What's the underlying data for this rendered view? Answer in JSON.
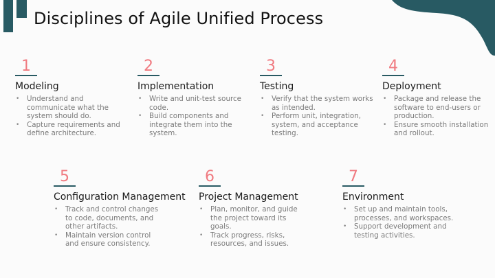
{
  "slide": {
    "title": "Disciplines of Agile Unified Process",
    "colors": {
      "accent": "#285a63",
      "number": "#f07a80",
      "title": "#111111",
      "body": "#7a7a7a"
    }
  },
  "disciplines": [
    {
      "number": "1",
      "title": "Modeling",
      "bullets": [
        "Understand and communicate what the system should do.",
        "Capture requirements and define architecture."
      ]
    },
    {
      "number": "2",
      "title": "Implementation",
      "bullets": [
        "Write and unit-test source code.",
        "Build components and integrate them into the system."
      ]
    },
    {
      "number": "3",
      "title": "Testing",
      "bullets": [
        "Verify that the system works as intended.",
        "Perform unit, integration, system, and acceptance testing."
      ]
    },
    {
      "number": "4",
      "title": "Deployment",
      "bullets": [
        "Package and release the software to end-users or production.",
        "Ensure smooth installation and rollout."
      ]
    },
    {
      "number": "5",
      "title": "Configuration Management",
      "bullets": [
        "Track and control changes to code, documents, and other artifacts.",
        "Maintain version control and ensure consistency."
      ]
    },
    {
      "number": "6",
      "title": "Project Management",
      "bullets": [
        "Plan, monitor, and guide the project toward its goals.",
        "Track progress, risks, resources, and issues."
      ]
    },
    {
      "number": "7",
      "title": "Environment",
      "bullets": [
        "Set up and maintain tools, processes, and workspaces.",
        "Support development and testing activities."
      ]
    }
  ]
}
